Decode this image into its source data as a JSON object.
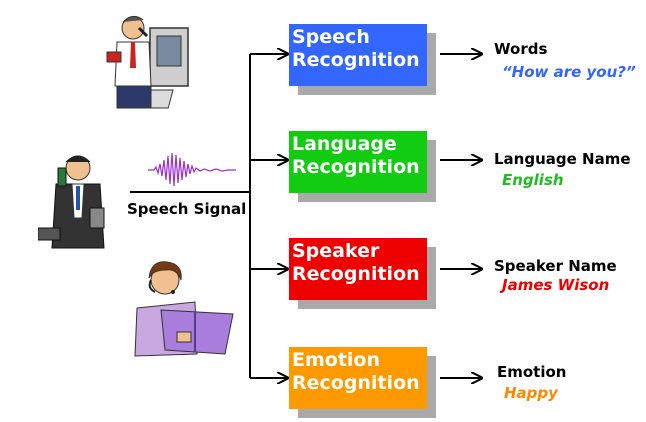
{
  "input": {
    "label": "Speech Signal"
  },
  "tasks": [
    {
      "label": "Speech\nRecognition",
      "color": "#3366ff",
      "output_title": "Words",
      "output_value": "“How are you?”",
      "value_color": "#3366ff"
    },
    {
      "label": "Language\nRecognition",
      "color": "#11cc11",
      "output_title": "Language Name",
      "output_value": "English",
      "value_color": "#22bb22"
    },
    {
      "label": "Speaker\nRecognition",
      "color": "#ee0000",
      "output_title": "Speaker Name",
      "output_value": "James  Wison",
      "value_color": "#ee0000"
    },
    {
      "label": "Emotion\nRecognition",
      "color": "#ff9900",
      "output_title": "Emotion",
      "output_value": "Happy",
      "value_color": "#ff8800"
    }
  ],
  "icons": [
    "man-with-phone-computer-icon",
    "man-on-phone-icon",
    "woman-reading-book-headset-icon",
    "waveform-icon"
  ]
}
